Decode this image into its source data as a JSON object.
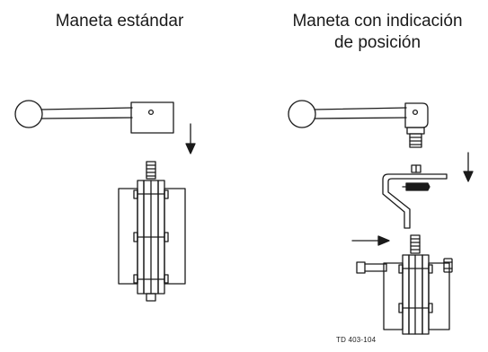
{
  "titles": {
    "standard_handle": "Maneta estándar",
    "position_handle_line1": "Maneta con indicación",
    "position_handle_line2": "de posición"
  },
  "drawing_code": "TD 403-104",
  "colors": {
    "line": "#1a1a1a",
    "background": "#ffffff"
  }
}
